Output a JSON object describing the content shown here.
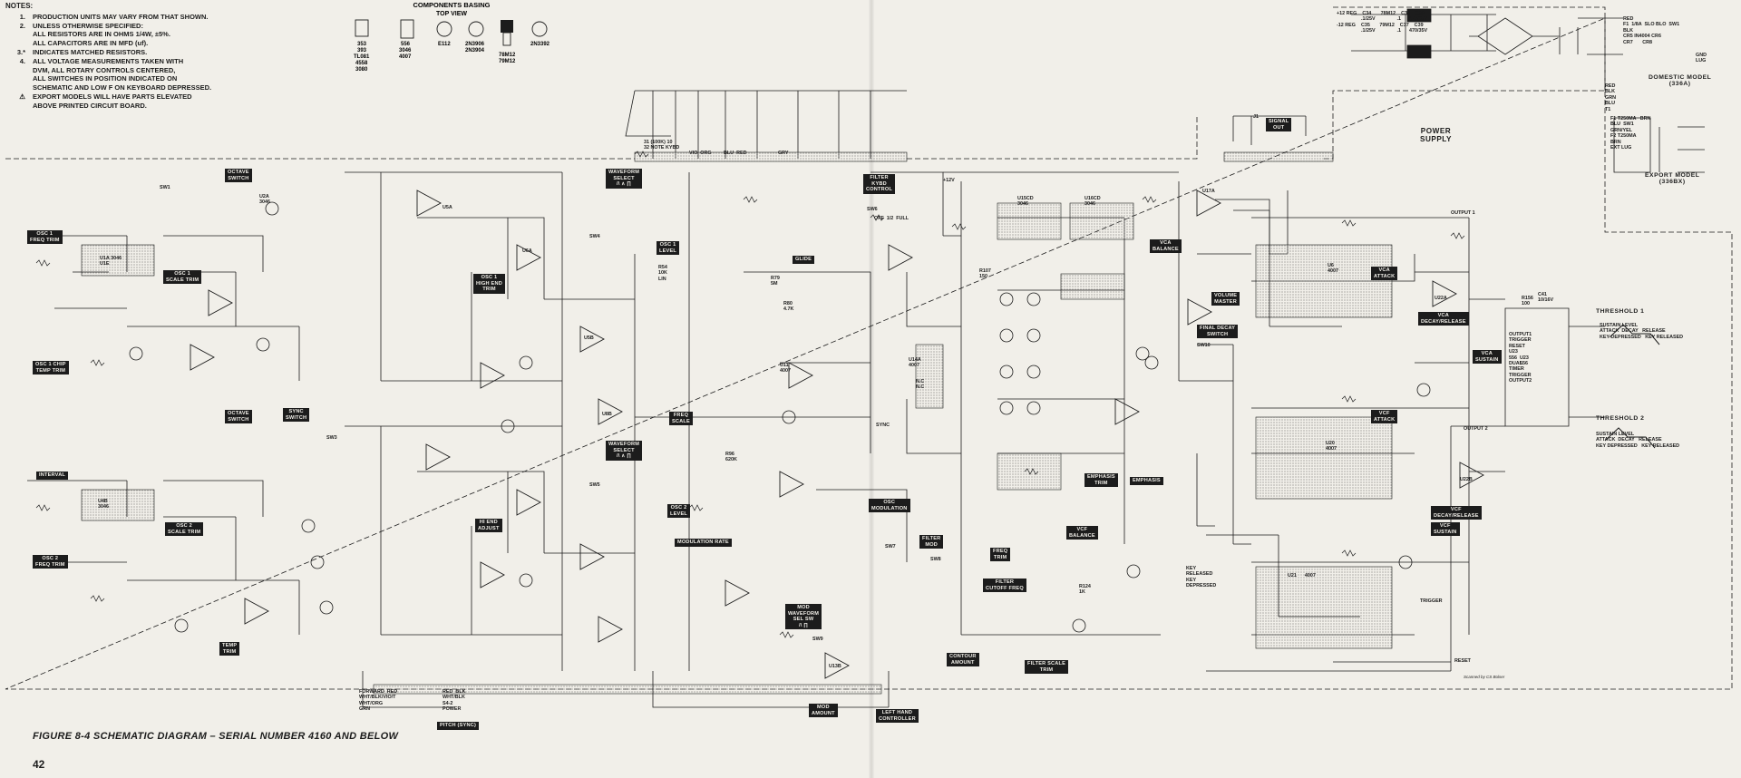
{
  "notes": {
    "heading": "NOTES:",
    "items": [
      {
        "num": "1.",
        "text": "PRODUCTION UNITS MAY VARY FROM THAT SHOWN."
      },
      {
        "num": "2.",
        "text": "UNLESS OTHERWISE SPECIFIED:\nALL RESISTORS ARE IN OHMS 1/4W, ±5%.\nALL CAPACITORS ARE IN MFD (uf)."
      },
      {
        "num": "3.*",
        "text": "INDICATES MATCHED RESISTORS."
      },
      {
        "num": "4.",
        "text": "ALL VOLTAGE MEASUREMENTS TAKEN WITH\nDVM, ALL ROTARY CONTROLS CENTERED,\nALL SWITCHES IN POSITION INDICATED ON\nSCHEMATIC AND LOW F ON KEYBOARD DEPRESSED."
      },
      {
        "num": "⚠",
        "text": "EXPORT MODELS WILL HAVE PARTS ELEVATED\nABOVE PRINTED CIRCUIT BOARD."
      }
    ]
  },
  "basing": {
    "title": "COMPONENTS BASING",
    "subtitle": "TOP VIEW",
    "ic_parts": "353\n393\nTL081\n4558\n3080",
    "ic_parts2": "556\n3046\n4007",
    "fet": "E112",
    "transistors": "2N3906\n2N3904",
    "reg": "78M12\n79M12",
    "trans2": "2N3392"
  },
  "blocks": [
    {
      "id": "octave-switch-1",
      "text": "OCTAVE\nSWITCH"
    },
    {
      "id": "osc1-freq-trim",
      "text": "OSC 1\nFREQ TRIM"
    },
    {
      "id": "osc1-scale-trim",
      "text": "OSC 1\nSCALE TRIM"
    },
    {
      "id": "osc1-chip-temp-trim",
      "text": "OSC 1 CHIP\nTEMP TRIM"
    },
    {
      "id": "waveform-select-1",
      "text": "WAVEFORM\nSELECT\n/\\ ∧ ∏"
    },
    {
      "id": "osc1-hf-trim",
      "text": "OSC 1\nHIGH END\nTRIM"
    },
    {
      "id": "osc1-level",
      "text": "OSC 1\nLEVEL"
    },
    {
      "id": "glide",
      "text": "GLIDE"
    },
    {
      "id": "filter-kybd-control",
      "text": "FILTER\nKYBD\nCONTROL"
    },
    {
      "id": "octave-switch-2",
      "text": "OCTAVE\nSWITCH"
    },
    {
      "id": "sync-switch",
      "text": "SYNC\nSWITCH"
    },
    {
      "id": "interval",
      "text": "INTERVAL"
    },
    {
      "id": "osc2-scale-trim",
      "text": "OSC 2\nSCALE TRIM"
    },
    {
      "id": "osc2-freq-trim",
      "text": "OSC 2\nFREQ TRIM"
    },
    {
      "id": "temp-trim",
      "text": "TEMP\nTRIM"
    },
    {
      "id": "hi-end-adjust",
      "text": "HI END\nADJUST"
    },
    {
      "id": "waveform-select-2",
      "text": "WAVEFORM\nSELECT\n/\\ ∧ ∏"
    },
    {
      "id": "osc2-level",
      "text": "OSC 2\nLEVEL"
    },
    {
      "id": "freq-scale",
      "text": "FREQ\nSCALE"
    },
    {
      "id": "modulation-rate",
      "text": "MODULATION RATE"
    },
    {
      "id": "mod-waveform-sel",
      "text": "MOD\nWAVEFORM\nSEL SW\n/\\ ∏"
    },
    {
      "id": "osc-modulation",
      "text": "OSC\nMODULATION"
    },
    {
      "id": "filter-mod",
      "text": "FILTER\nMOD"
    },
    {
      "id": "mod-amount",
      "text": "MOD\nAMOUNT"
    },
    {
      "id": "left-hand-controller",
      "text": "LEFT HAND\nCONTROLLER"
    },
    {
      "id": "pitch-sync",
      "text": "PITCH (SYNC)"
    },
    {
      "id": "freq-trim",
      "text": "FREQ\nTRIM"
    },
    {
      "id": "filter-cutoff-freq",
      "text": "FILTER\nCUTOFF FREQ"
    },
    {
      "id": "contour-amount",
      "text": "CONTOUR\nAMOUNT"
    },
    {
      "id": "filter-scale-trim",
      "text": "FILTER SCALE\nTRIM"
    },
    {
      "id": "emphasis-trim",
      "text": "EMPHASIS\nTRIM"
    },
    {
      "id": "emphasis",
      "text": "EMPHASIS"
    },
    {
      "id": "vcf-balance",
      "text": "VCF\nBALANCE"
    },
    {
      "id": "vca-balance",
      "text": "VCA\nBALANCE"
    },
    {
      "id": "volume-master",
      "text": "VOLUME\nMASTER"
    },
    {
      "id": "signal-out",
      "text": "SIGNAL\nOUT"
    },
    {
      "id": "final-decay-switch",
      "text": "FINAL DECAY\nSWITCH"
    },
    {
      "id": "vca-attack",
      "text": "VCA\nATTACK"
    },
    {
      "id": "vca-decay-release",
      "text": "VCA\nDECAY/RELEASE"
    },
    {
      "id": "vca-sustain",
      "text": "VCA\nSUSTAIN"
    },
    {
      "id": "vcf-attack",
      "text": "VCF\nATTACK"
    },
    {
      "id": "vcf-decay-release",
      "text": "VCF\nDECAY/RELEASE"
    },
    {
      "id": "vcf-sustain",
      "text": "VCF\nSUSTAIN"
    }
  ],
  "labels": [
    {
      "id": "u1",
      "text": "U1A 3046\nU1E"
    },
    {
      "id": "u2",
      "text": "U2A\n3046"
    },
    {
      "id": "u4",
      "text": "U4B\n3046"
    },
    {
      "id": "u5a",
      "text": "U5A"
    },
    {
      "id": "u6a",
      "text": "U6A"
    },
    {
      "id": "u5b",
      "text": "U5B"
    },
    {
      "id": "u8b",
      "text": "U8B"
    },
    {
      "id": "u11",
      "text": "U11\n4007"
    },
    {
      "id": "u15",
      "text": "U15CD\n3046"
    },
    {
      "id": "u16",
      "text": "U16CD\n3046"
    },
    {
      "id": "u17",
      "text": "U17A"
    },
    {
      "id": "u20",
      "text": "U20\n4007"
    },
    {
      "id": "u21",
      "text": "U21      4007"
    },
    {
      "id": "u23",
      "text": "U23\n556"
    },
    {
      "id": "u22",
      "text": "U22A"
    },
    {
      "id": "u22b",
      "text": "U22B"
    },
    {
      "id": "u14",
      "text": "U14A\n4007"
    },
    {
      "id": "u13",
      "text": "U13B"
    },
    {
      "id": "u6",
      "text": "U6\n4007"
    },
    {
      "id": "r54",
      "text": "R54\n10K\nLIN"
    },
    {
      "id": "r80",
      "text": "R80\n4.7K"
    },
    {
      "id": "r79",
      "text": "R79\n5M"
    },
    {
      "id": "r96",
      "text": "R96\n620K"
    },
    {
      "id": "r107",
      "text": "R107\n150"
    },
    {
      "id": "r124",
      "text": "R124\n1K"
    },
    {
      "id": "r156",
      "text": "R156\n100"
    },
    {
      "id": "c41",
      "text": "C41\n10/16V"
    },
    {
      "id": "kybd",
      "text": "31 (100K) 10\n32 NOTE KYBD"
    },
    {
      "id": "wires",
      "text": "VIO  ORG         BLU  RED                       GRY"
    },
    {
      "id": "output1",
      "text": "OUTPUT 1"
    },
    {
      "id": "output2",
      "text": "OUTPUT 2"
    },
    {
      "id": "trigger",
      "text": "TRIGGER"
    },
    {
      "id": "reset",
      "text": "RESET"
    },
    {
      "id": "sync",
      "text": "SYNC"
    },
    {
      "id": "plusminus",
      "text": "+12V"
    },
    {
      "id": "gate-trigger",
      "text": "OUTPUT1\nTRIGGER\nRESET\nU23\n556\nDUAL\nTIMER\nTRIGGER\nOUTPUT2"
    },
    {
      "id": "threshold1-legend",
      "text": "SUSTAIN LEVEL\nATTACK  DECAY   RELEASE\nKEY DEPRESSED   KEY RELEASED"
    },
    {
      "id": "threshold2-legend",
      "text": "SUSTAIN LEVEL\nATTACK  DECAY   RELEASE\nKEY DEPRESSED   KEY RELEASED"
    },
    {
      "id": "key-released",
      "text": "KEY\nRELEASED\nKEY\nDEPRESSED"
    },
    {
      "id": "psu-reg",
      "text": "+12 REG    C34       78M12    C36    C38\n                  .1/25V                .1      470/35V\n-12 REG    C35       79M12    C37    C39\n                  .1/25V                .1      470/35V"
    },
    {
      "id": "psu-rect",
      "text": "RED\nF1  1/8A  SLO BLO  SW1\nBLK\nCR5 IN4004 CR6\nCR7       CR8"
    },
    {
      "id": "psu-lines",
      "text": "RED\nBLK\nGRN\nBLU\nT1"
    },
    {
      "id": "export-xfmr",
      "text": "F1 T250MA   BRN\nBLU  SW1\nGRN/YEL\nF2 T250MA\nBRN\nEXT LUG"
    },
    {
      "id": "gnd-lug",
      "text": "GND\nLUG"
    },
    {
      "id": "off-full",
      "text": "OFF  1/2  FULL"
    },
    {
      "id": "switch-nc",
      "text": "N.C\nN.C"
    },
    {
      "id": "sw3",
      "text": "SW3"
    },
    {
      "id": "sw4",
      "text": "SW4"
    },
    {
      "id": "sw5",
      "text": "SW5"
    },
    {
      "id": "sw6",
      "text": "SW6"
    },
    {
      "id": "sw7",
      "text": "SW7"
    },
    {
      "id": "sw8",
      "text": "SW8"
    },
    {
      "id": "sw9",
      "text": "SW9"
    },
    {
      "id": "sw10",
      "text": "SW10"
    },
    {
      "id": "sw1",
      "text": "SW1"
    },
    {
      "id": "j1",
      "text": "J1"
    },
    {
      "id": "lhc-wires",
      "text": "FORWARD  RED\nWHT/BLK/VIO/T\nWHT/ORG\nGRN"
    },
    {
      "id": "pitch-wires",
      "text": "RED  BLK\nWHT/BLK\nS4-2\nPOWER"
    }
  ],
  "power_supply": "POWER\nSUPPLY",
  "domestic": "DOMESTIC MODEL\n(336A)",
  "export": "EXPORT MODEL\n(336BX)",
  "threshold1": "THRESHOLD 1",
  "threshold2": "THRESHOLD 2",
  "caption": "FIGURE 8-4  SCHEMATIC DIAGRAM – SERIAL NUMBER 4160 AND BELOW",
  "page_number": "42",
  "credit": "Scanned by CS Bolser"
}
